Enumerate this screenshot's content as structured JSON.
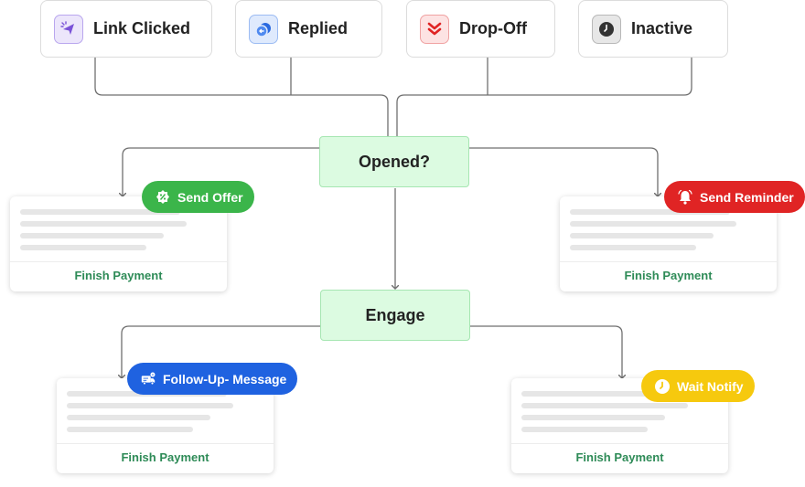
{
  "triggers": [
    {
      "label": "Link Clicked",
      "icon": "cursor-click-icon"
    },
    {
      "label": "Replied",
      "icon": "chat-reply-icon"
    },
    {
      "label": "Drop-Off",
      "icon": "double-chevron-down-icon"
    },
    {
      "label": "Inactive",
      "icon": "clock-icon"
    }
  ],
  "decisions": {
    "opened": "Opened?",
    "engage": "Engage"
  },
  "cards": [
    {
      "action": "Send Offer",
      "footer": "Finish Payment",
      "color": "#3bb54a",
      "icon": "discount-badge-icon"
    },
    {
      "action": "Send Reminder",
      "footer": "Finish Payment",
      "color": "#e02424",
      "icon": "bell-icon"
    },
    {
      "action": "Follow-Up- Message",
      "footer": "Finish Payment",
      "color": "#1f62e0",
      "icon": "truck-message-icon"
    },
    {
      "action": "Wait Notify",
      "footer": "Finish Payment",
      "color": "#f6c90e",
      "icon": "clock-icon"
    }
  ],
  "colors": {
    "connector": "#6f6f6f",
    "decision_fill": "#dcfbe1",
    "decision_border": "#a6e6b2",
    "footer_text": "#2e8b57"
  }
}
